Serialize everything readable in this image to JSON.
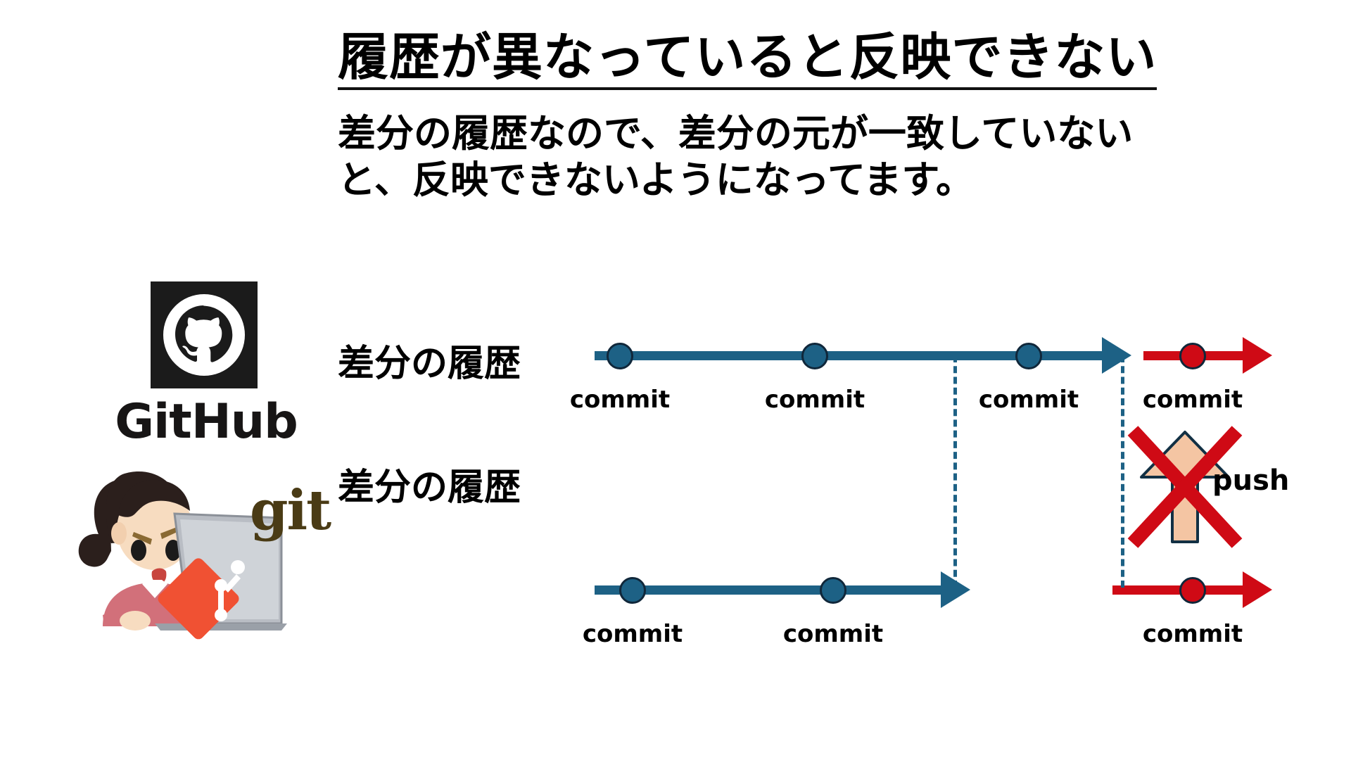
{
  "slide": {
    "background_color": "#ffffff",
    "title": "履歴が異なっていると反映できない",
    "subtitle_line1": "差分の履歴なので、差分の元が一致していない",
    "subtitle_line2": "と、反映できないようになってます。"
  },
  "brand": {
    "github_wordmark": "GitHub",
    "github_square_color": "#1b1b1b",
    "git_wordmark": "git",
    "git_logo_color": "#f05133",
    "git_wordmark_color": "#4a3b15"
  },
  "colors": {
    "history_line": "#1d6185",
    "reject_line": "#cf0a15",
    "dot_outline": "#10273a",
    "push_arrow_fill": "#f4c5a3",
    "push_arrow_outline": "#123044",
    "cross_mark": "#cf0a15"
  },
  "diagram": {
    "rows": [
      {
        "id": "remote-row",
        "owner": "github",
        "label": "差分の履歴",
        "commits": [
          "commit",
          "commit",
          "commit"
        ],
        "rejected_commits": [
          "commit"
        ]
      },
      {
        "id": "local-row",
        "owner": "git",
        "label": "差分の履歴",
        "commits": [
          "commit",
          "commit"
        ],
        "rejected_commits": [
          "commit"
        ]
      }
    ],
    "push": {
      "label": "push",
      "state": "blocked",
      "cross_out": true
    }
  }
}
